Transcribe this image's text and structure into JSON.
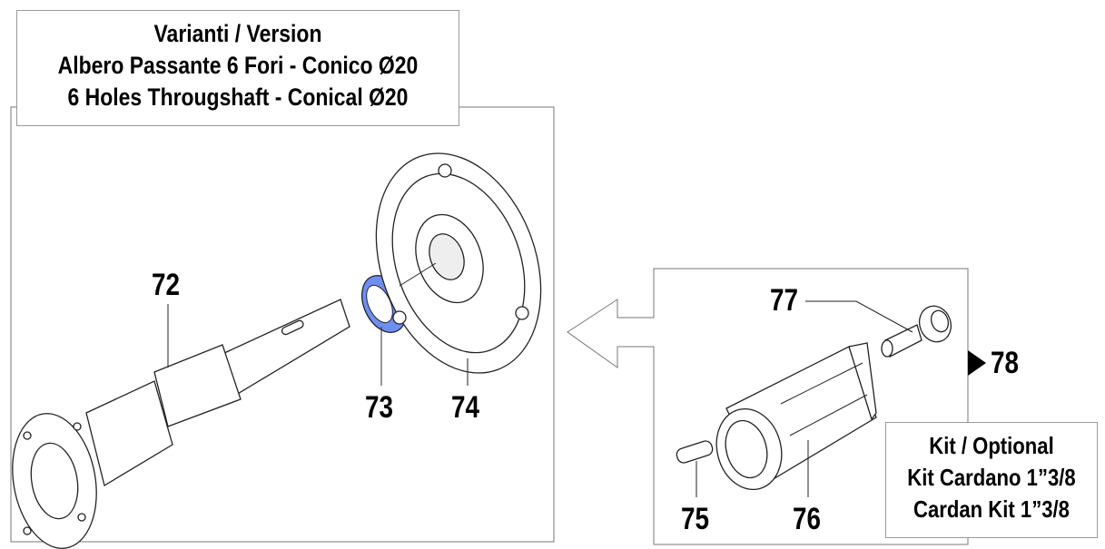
{
  "version_box": {
    "line1": "Varianti / Version",
    "line2": "Albero Passante 6 Fori - Conico Ø20",
    "line3": "6 Holes Througshaft - Conical Ø20"
  },
  "kit_box": {
    "line1": "Kit / Optional",
    "line2": "Kit Cardano 1”3/8",
    "line3": "Cardan Kit 1”3/8"
  },
  "parts": {
    "p72": "72",
    "p73": "73",
    "p74": "74",
    "p75": "75",
    "p76": "76",
    "p77": "77",
    "p78": "78"
  },
  "colors": {
    "highlight": "#6f8ff0"
  }
}
